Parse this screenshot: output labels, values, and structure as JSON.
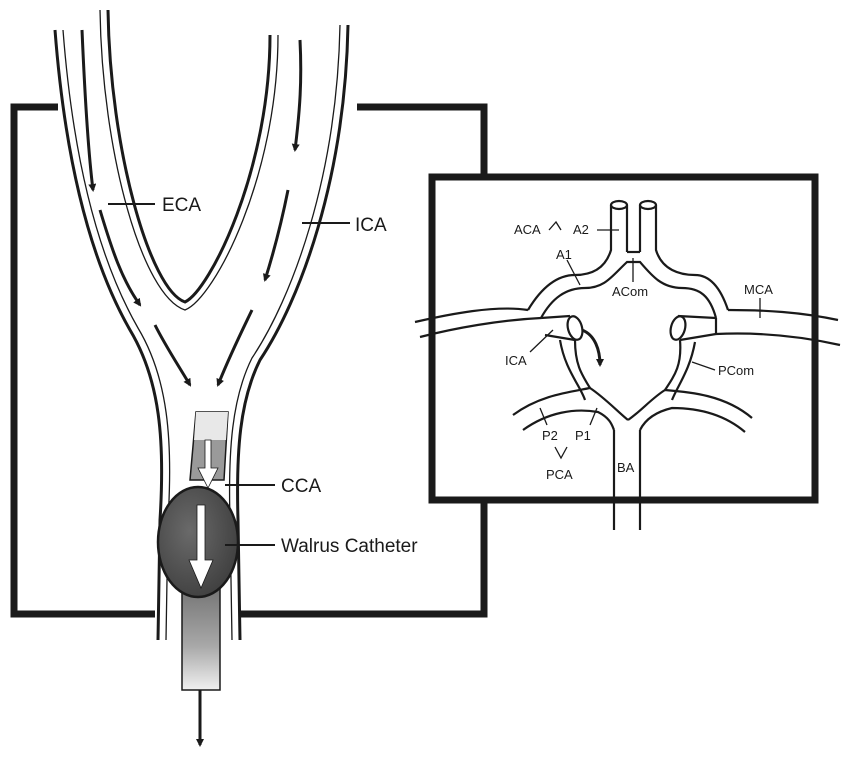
{
  "left_panel": {
    "labels": {
      "eca": "ECA",
      "ica": "ICA",
      "cca": "CCA",
      "catheter": "Walrus Catheter"
    }
  },
  "right_panel": {
    "labels": {
      "aca": "ACA",
      "a2": "A2",
      "a1": "A1",
      "acom": "ACom",
      "mca": "MCA",
      "ica": "ICA",
      "pcom": "PCom",
      "p2": "P2",
      "p1": "P1",
      "pca": "PCA",
      "ba": "BA"
    }
  },
  "colors": {
    "outline": "#1a1a1a",
    "balloon": "#5a5a5a",
    "catheter_shaft": "#7a7a7a",
    "background": "#ffffff"
  }
}
